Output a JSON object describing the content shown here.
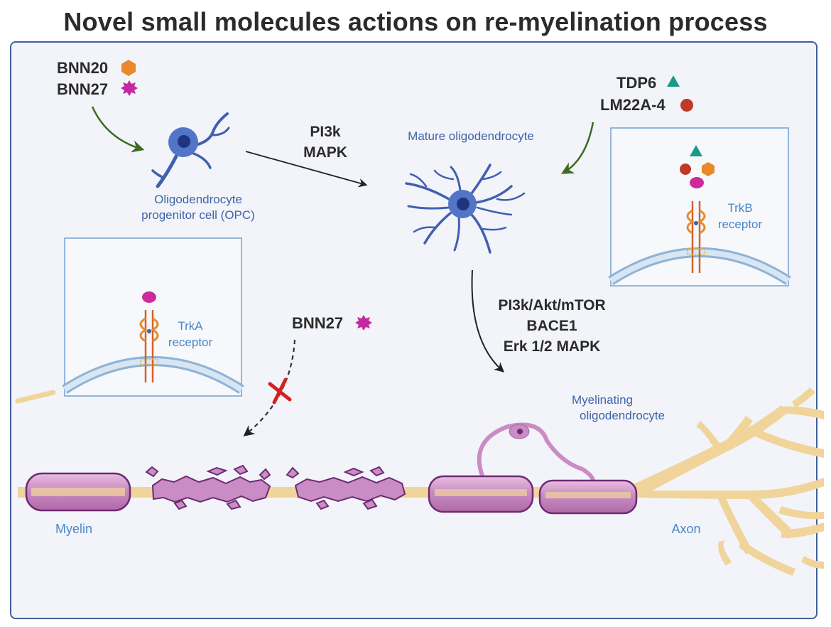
{
  "title": "Novel small molecules actions on re-myelination process",
  "compounds": {
    "bnn20": "BNN20",
    "bnn27_top": "BNN27",
    "tdp6": "TDP6",
    "lm22a4": "LM22A-4",
    "bnn27_mid": "BNN27"
  },
  "cells": {
    "opc_line1": "Oligodendrocyte",
    "opc_line2": "progenitor cell (OPC)",
    "mature": "Mature oligodendrocyte",
    "myelinating_line1": "Myelinating",
    "myelinating_line2": "oligodendrocyte"
  },
  "pathways": {
    "opc_to_mature_line1": "PI3k",
    "opc_to_mature_line2": "MAPK",
    "mature_to_myelinating_line1": "PI3k/Akt/mTOR",
    "mature_to_myelinating_line2": "BACE1",
    "mature_to_myelinating_line3": "Erk 1/2 MAPK"
  },
  "receptors": {
    "trka_line1": "TrkA",
    "trka_line2": "receptor",
    "trkb_line1": "TrkB",
    "trkb_line2": "receptor"
  },
  "structures": {
    "myelin": "Myelin",
    "axon": "Axon"
  },
  "colors": {
    "panel_border": "#3f5f9c",
    "panel_bg": "#f2f4f9",
    "cell_blue": "#4060b0",
    "nucleus": "#1f3580",
    "hexagon_orange": "#e8892a",
    "starburst_magenta": "#c42aa0",
    "triangle_teal": "#1a9a8a",
    "circle_red": "#c0392b",
    "pink_oval": "#cc2b99",
    "green_arrow": "#4a7a2a",
    "axon_tan": "#f0d49a",
    "myelin_pink": "#c98cc4",
    "myelin_border": "#6e2a72",
    "block_red": "#d42020"
  }
}
